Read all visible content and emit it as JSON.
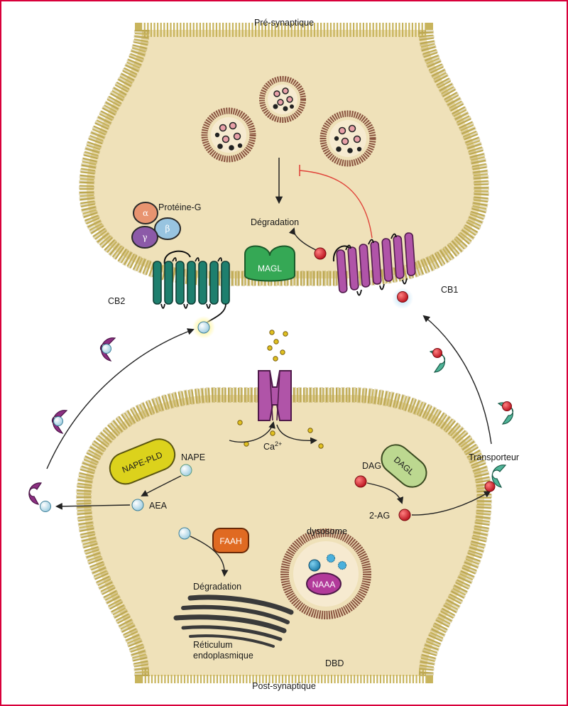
{
  "labels": {
    "pre": "Pré-synaptique",
    "post": "Post-synaptique",
    "proteine_g": "Protéine-G",
    "alpha": "α",
    "beta": "β",
    "gamma": "γ",
    "degradation_top": "Dégradation",
    "magl": "MAGL",
    "cb2": "CB2",
    "cb1": "CB1",
    "transporteur": "Transporteur",
    "nape_pld": "NAPE-PLD",
    "nape": "NAPE",
    "aea": "AEA",
    "dag": "DAG",
    "dagl": "DAGL",
    "two_ag": "2-AG",
    "ca": "Ca",
    "ca_sup": "2+",
    "dysosome": "dysosome",
    "faah": "FAAH",
    "degradation_bottom": "Dégradation",
    "naaa": "NAAA",
    "reticulum_1": "Réticulum",
    "reticulum_2": "endoplasmique",
    "dbd": "DBD"
  },
  "colors": {
    "frame": "#d8003a",
    "cytoplasm": "#efe1b9",
    "membrane_head": "#a89338",
    "membrane_tail": "#c8b45c",
    "vesicle_ring": "#8a5440",
    "cb2_receptor": "#1e7f6e",
    "cb1_receptor": "#b054a8",
    "magl": "#35a855",
    "nape_pld": "#dcd21c",
    "dagl": "#bcd890",
    "faah": "#e06a22",
    "naaa": "#b23a9a",
    "two_ag": "#d8202c",
    "aea": "#c8e6f2",
    "inhibition": "#e0443a",
    "carrier_purple": "#8c2f82",
    "carrier_teal": "#4fb498",
    "calcium": "#e0c020"
  }
}
